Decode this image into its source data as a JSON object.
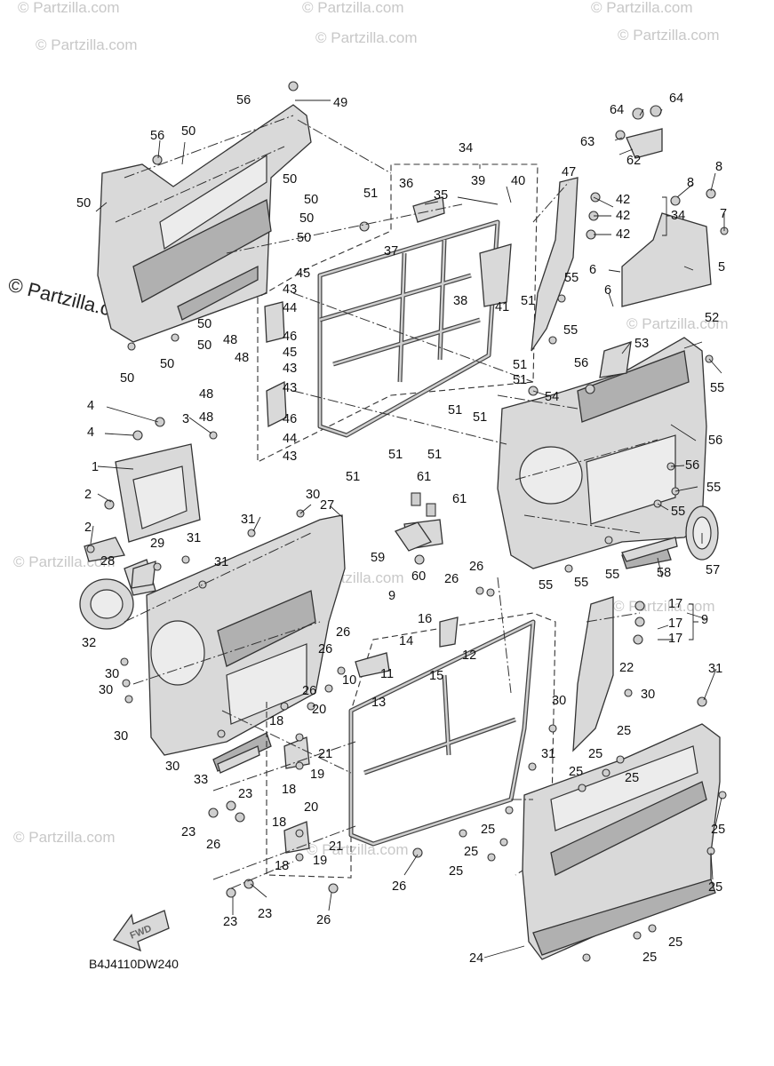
{
  "watermarks": {
    "repeat_text": "© Partzilla.com",
    "main_text": "© Partzilla.com"
  },
  "diagram_code": "B4J4110DW240",
  "fwd_label": "FWD",
  "callouts": {
    "c1": "1",
    "c2a": "2",
    "c2b": "2",
    "c3": "3",
    "c4a": "4",
    "c4b": "4",
    "c5": "5",
    "c6a": "6",
    "c6b": "6",
    "c7": "7",
    "c8a": "8",
    "c8b": "8",
    "c9a": "9",
    "c9b": "9",
    "c10": "10",
    "c11": "11",
    "c12": "12",
    "c13": "13",
    "c14": "14",
    "c15": "15",
    "c16": "16",
    "c17a": "17",
    "c17b": "17",
    "c17c": "17",
    "c18a": "18",
    "c18b": "18",
    "c18c": "18",
    "c18d": "18",
    "c19a": "19",
    "c19b": "19",
    "c20a": "20",
    "c20b": "20",
    "c21a": "21",
    "c21b": "21",
    "c22": "22",
    "c23a": "23",
    "c23b": "23",
    "c23c": "23",
    "c23d": "23",
    "c24": "24",
    "c25a": "25",
    "c25b": "25",
    "c25c": "25",
    "c25d": "25",
    "c25e": "25",
    "c25f": "25",
    "c25g": "25",
    "c25h": "25",
    "c25i": "25",
    "c25j": "25",
    "c25k": "25",
    "c26a": "26",
    "c26b": "26",
    "c26c": "26",
    "c26d": "26",
    "c26e": "26",
    "c26f": "26",
    "c26g": "26",
    "c26h": "26",
    "c27": "27",
    "c28": "28",
    "c29": "29",
    "c30a": "30",
    "c30b": "30",
    "c30c": "30",
    "c30d": "30",
    "c30e": "30",
    "c30f": "30",
    "c30g": "30",
    "c31a": "31",
    "c31b": "31",
    "c31c": "31",
    "c31d": "31",
    "c31e": "31",
    "c32": "32",
    "c33": "33",
    "c34a": "34",
    "c34b": "34",
    "c35": "35",
    "c36": "36",
    "c37": "37",
    "c38": "38",
    "c39": "39",
    "c40": "40",
    "c41": "41",
    "c42a": "42",
    "c42b": "42",
    "c42c": "42",
    "c43a": "43",
    "c43b": "43",
    "c43c": "43",
    "c43d": "43",
    "c44a": "44",
    "c44b": "44",
    "c45a": "45",
    "c45b": "45",
    "c46a": "46",
    "c46b": "46",
    "c47": "47",
    "c48a": "48",
    "c48b": "48",
    "c48c": "48",
    "c48d": "48",
    "c49": "49",
    "c50a": "50",
    "c50b": "50",
    "c50c": "50",
    "c50d": "50",
    "c50e": "50",
    "c50f": "50",
    "c50g": "50",
    "c50h": "50",
    "c50i": "50",
    "c50j": "50",
    "c51a": "51",
    "c51b": "51",
    "c51c": "51",
    "c51d": "51",
    "c51e": "51",
    "c51f": "51",
    "c51g": "51",
    "c51h": "51",
    "c51i": "51",
    "c52": "52",
    "c53": "53",
    "c54": "54",
    "c55a": "55",
    "c55b": "55",
    "c55c": "55",
    "c55d": "55",
    "c55e": "55",
    "c55f": "55",
    "c55g": "55",
    "c55h": "55",
    "c56a": "56",
    "c56b": "56",
    "c56c": "56",
    "c56d": "56",
    "c56e": "56",
    "c57": "57",
    "c58": "58",
    "c59": "59",
    "c60": "60",
    "c61a": "61",
    "c61b": "61",
    "c62": "62",
    "c63": "63",
    "c64a": "64",
    "c64b": "64"
  }
}
